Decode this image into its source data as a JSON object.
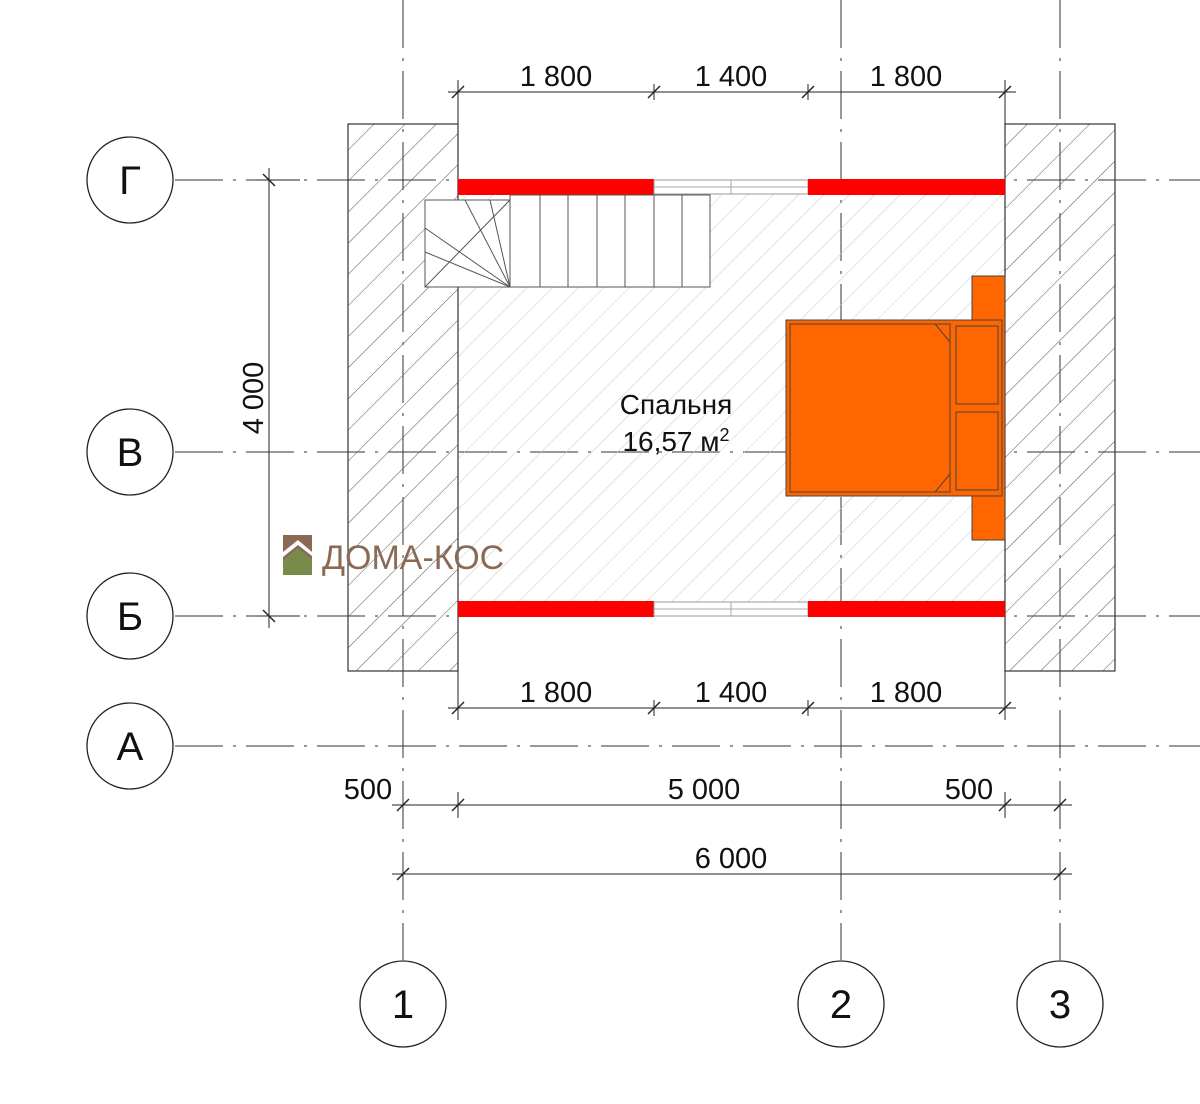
{
  "room": {
    "name": "Спальня",
    "area": "16,57 м",
    "area_sup": "2"
  },
  "logo": {
    "text": "ДОМА-КОС"
  },
  "axes": {
    "rows": [
      "Г",
      "В",
      "Б",
      "А"
    ],
    "cols": [
      "1",
      "2",
      "3"
    ]
  },
  "dimensions": {
    "top": [
      "1 800",
      "1 400",
      "1 800"
    ],
    "bottom": [
      "1 800",
      "1 400",
      "1 800"
    ],
    "overall_parts": [
      "500",
      "5 000",
      "500"
    ],
    "overall_total": "6 000",
    "left_height": "4 000"
  },
  "colors": {
    "wall_red": "#ff0000",
    "furniture": "#ff6600",
    "logo_brown": "#8a6a55",
    "logo_green": "#7a8a4a"
  }
}
